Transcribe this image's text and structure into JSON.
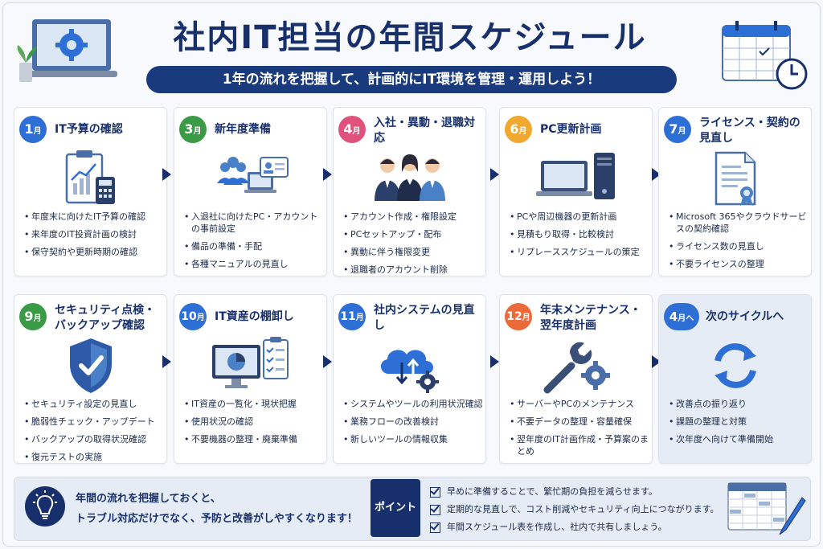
{
  "header": {
    "title": "社内IT担当の年間スケジュール",
    "subtitle": "1年の流れを把握して、計画的にIT環境を管理・運用しよう！"
  },
  "colors": {
    "navy": "#17306b",
    "blue": "#2e6fd6",
    "green": "#3a9a46",
    "pink": "#e0527c",
    "amber": "#f0a830",
    "orange": "#ea6a3a",
    "red": "#d6453a"
  },
  "cards": [
    {
      "num": "1",
      "unit": "月",
      "title": "IT予算の確認",
      "icon": "clipboard-chart-calculator-icon",
      "bullets": [
        "年度末に向けたIT予算の確認",
        "来年度のIT投資計画の検討",
        "保守契約や更新時期の確認"
      ]
    },
    {
      "num": "3",
      "unit": "月",
      "title": "新年度準備",
      "icon": "people-laptop-id-card-icon",
      "bullets": [
        "入退社に向けたPC・アカウントの事前設定",
        "備品の準備・手配",
        "各種マニュアルの見直し"
      ]
    },
    {
      "num": "4",
      "unit": "月",
      "title": "入社・異動・退職対応",
      "icon": "three-employees-icon",
      "bullets": [
        "アカウント作成・権限設定",
        "PCセットアップ・配布",
        "異動に伴う権限変更",
        "退職者のアカウント削除"
      ]
    },
    {
      "num": "6",
      "unit": "月",
      "title": "PC更新計画",
      "icon": "laptop-desktop-tower-icon",
      "bullets": [
        "PCや周辺機器の更新計画",
        "見積もり取得・比較検討",
        "リプレーススケジュールの策定"
      ]
    },
    {
      "num": "7",
      "unit": "月",
      "title": "ライセンス・契約の見直し",
      "icon": "certificate-document-icon",
      "bullets": [
        "Microsoft 365やクラウドサービスの契約確認",
        "ライセンス数の見直し",
        "不要ライセンスの整理"
      ]
    },
    {
      "num": "9",
      "unit": "月",
      "title": "セキュリティ点検・バックアップ確認",
      "icon": "security-shield-check-icon",
      "bullets": [
        "セキュリティ設定の見直し",
        "脆弱性チェック・アップデート",
        "バックアップの取得状況確認",
        "復元テストの実施"
      ]
    },
    {
      "num": "10",
      "unit": "月",
      "title": "IT資産の棚卸し",
      "icon": "monitor-chart-checklist-icon",
      "bullets": [
        "IT資産の一覧化・現状把握",
        "使用状況の確認",
        "不要機器の整理・廃棄準備"
      ]
    },
    {
      "num": "11",
      "unit": "月",
      "title": "社内システムの見直し",
      "icon": "cloud-sync-gear-icon",
      "bullets": [
        "システムやツールの利用状況確認",
        "業務フローの改善検討",
        "新しいツールの情報収集"
      ]
    },
    {
      "num": "12",
      "unit": "月",
      "title": "年末メンテナンス・翌年度計画",
      "icon": "wrench-gear-icon",
      "bullets": [
        "サーバーやPCのメンテナンス",
        "不要データの整理・容量確保",
        "翌年度のIT計画作成・予算案のまとめ"
      ]
    },
    {
      "num": "4",
      "unit": "月へ",
      "title": "次のサイクルへ",
      "icon": "cycle-arrows-icon",
      "bullets": [
        "改善点の振り返り",
        "課題の整理と対策",
        "次年度へ向けて準備開始"
      ]
    }
  ],
  "footer": {
    "message_line1": "年間の流れを把握しておくと、",
    "message_line2": "トラブル対応だけでなく、予防と改善がしやすくなります！",
    "point_label": "ポイント",
    "points": [
      "早めに準備することで、繁忙期の負担を減らせます。",
      "定期的な見直しで、コスト削減やセキュリティ向上につながります。",
      "年間スケジュール表を作成し、社内で共有しましょう。"
    ]
  }
}
